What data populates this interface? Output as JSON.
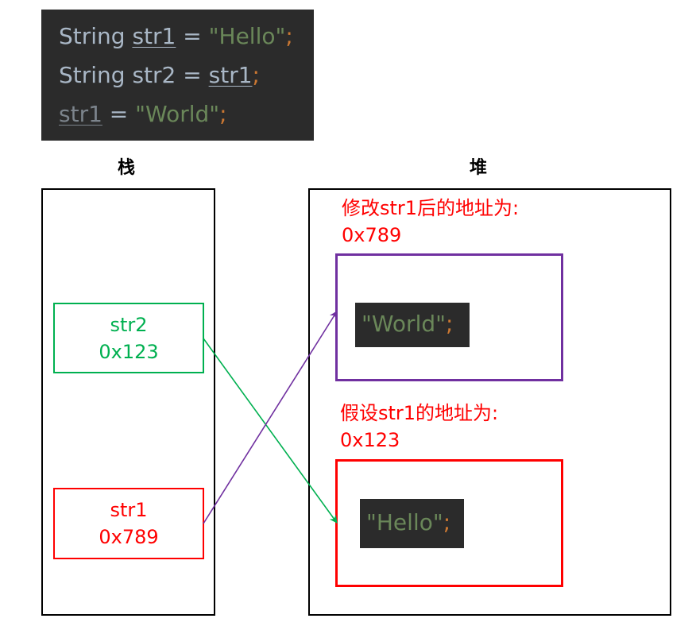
{
  "code": {
    "line1": {
      "kw": "String ",
      "var": "str1",
      "eq": " = ",
      "str": "\"Hello\"",
      "semi": ";"
    },
    "line2": {
      "kw": "String str2 = ",
      "var": "str1",
      "semi": ";"
    },
    "line3": {
      "var": "str1",
      "eq": " = ",
      "str": "\"World\"",
      "semi": ";"
    }
  },
  "stack": {
    "heading": "栈",
    "str2": {
      "name": "str2",
      "addr": "0x123"
    },
    "str1": {
      "name": "str1",
      "addr": "0x789"
    }
  },
  "heap": {
    "heading": "堆",
    "world_note": {
      "line1": "修改str1后的地址为:",
      "line2": "0x789"
    },
    "world_value": {
      "text": "\"World\"",
      "semi": ";"
    },
    "hello_note": {
      "line1": "假设str1的地址为:",
      "line2": "0x123"
    },
    "hello_value": {
      "text": "\"Hello\"",
      "semi": ";"
    }
  },
  "colors": {
    "code_bg": "#2b2b2b",
    "code_text": "#a9b7c6",
    "code_string": "#6a8759",
    "code_semicolon": "#cc7832",
    "str2_green": "#00b050",
    "str1_red": "#ff0000",
    "world_purple": "#7030a0"
  }
}
